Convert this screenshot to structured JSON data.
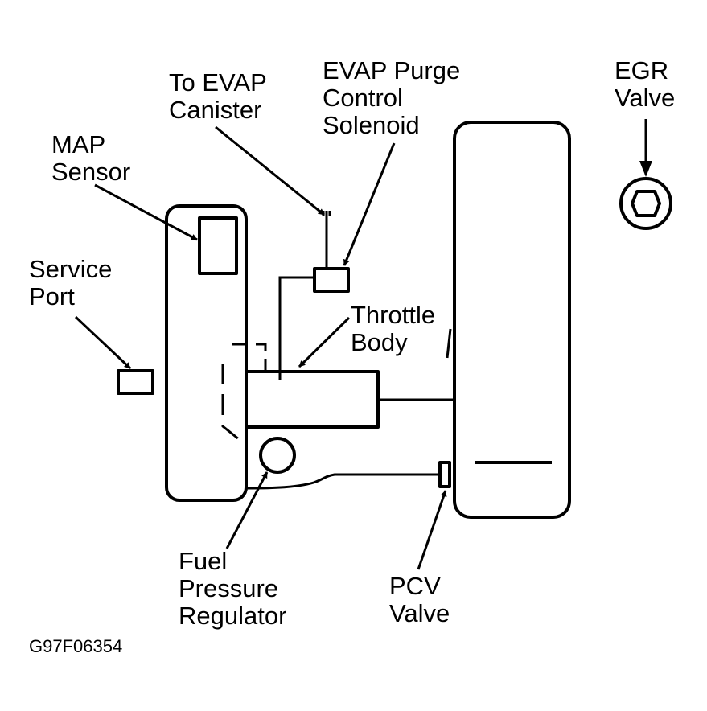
{
  "labels": {
    "to_evap_canister": [
      "To EVAP",
      "Canister"
    ],
    "evap_purge_solenoid": [
      "EVAP Purge",
      "Control",
      "Solenoid"
    ],
    "egr_valve": [
      "EGR",
      "Valve"
    ],
    "map_sensor": [
      "MAP",
      "Sensor"
    ],
    "service_port": [
      "Service",
      "Port"
    ],
    "throttle_body": [
      "Throttle",
      "Body"
    ],
    "fuel_pressure_regulator": [
      "Fuel",
      "Pressure",
      "Regulator"
    ],
    "pcv_valve": [
      "PCV",
      "Valve"
    ]
  },
  "figure_code": "G97F06354",
  "colors": {
    "ink": "#000000",
    "paper": "#ffffff"
  }
}
